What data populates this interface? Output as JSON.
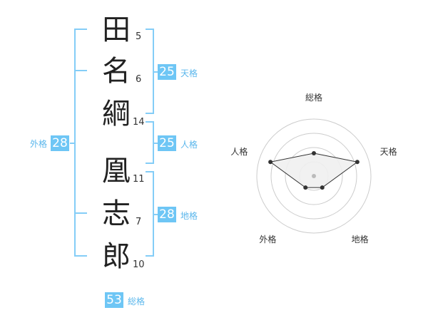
{
  "name": {
    "chars": [
      {
        "char": "田",
        "strokes": "5"
      },
      {
        "char": "名",
        "strokes": "6"
      },
      {
        "char": "綱",
        "strokes": "14"
      },
      {
        "char": "凰",
        "strokes": "11"
      },
      {
        "char": "志",
        "strokes": "7"
      },
      {
        "char": "郎",
        "strokes": "10"
      }
    ]
  },
  "scores": {
    "tenkaku": {
      "value": "25",
      "label": "天格"
    },
    "jinkaku": {
      "value": "25",
      "label": "人格"
    },
    "chikaku": {
      "value": "28",
      "label": "地格"
    },
    "gaikaku": {
      "value": "28",
      "label": "外格"
    },
    "soukaku": {
      "value": "53",
      "label": "総格"
    }
  },
  "colors": {
    "accent": "#6ec6f5",
    "accent_text": "#5bb7ec",
    "radar_fill": "#f0f0f0",
    "radar_line": "#333333",
    "grid": "#cccccc"
  },
  "chart_data": {
    "type": "radar",
    "axes": [
      "総格",
      "天格",
      "地格",
      "外格",
      "人格"
    ],
    "values": [
      0.4,
      0.8,
      0.25,
      0.25,
      0.8
    ],
    "range": [
      0,
      1
    ],
    "rings": 4
  }
}
